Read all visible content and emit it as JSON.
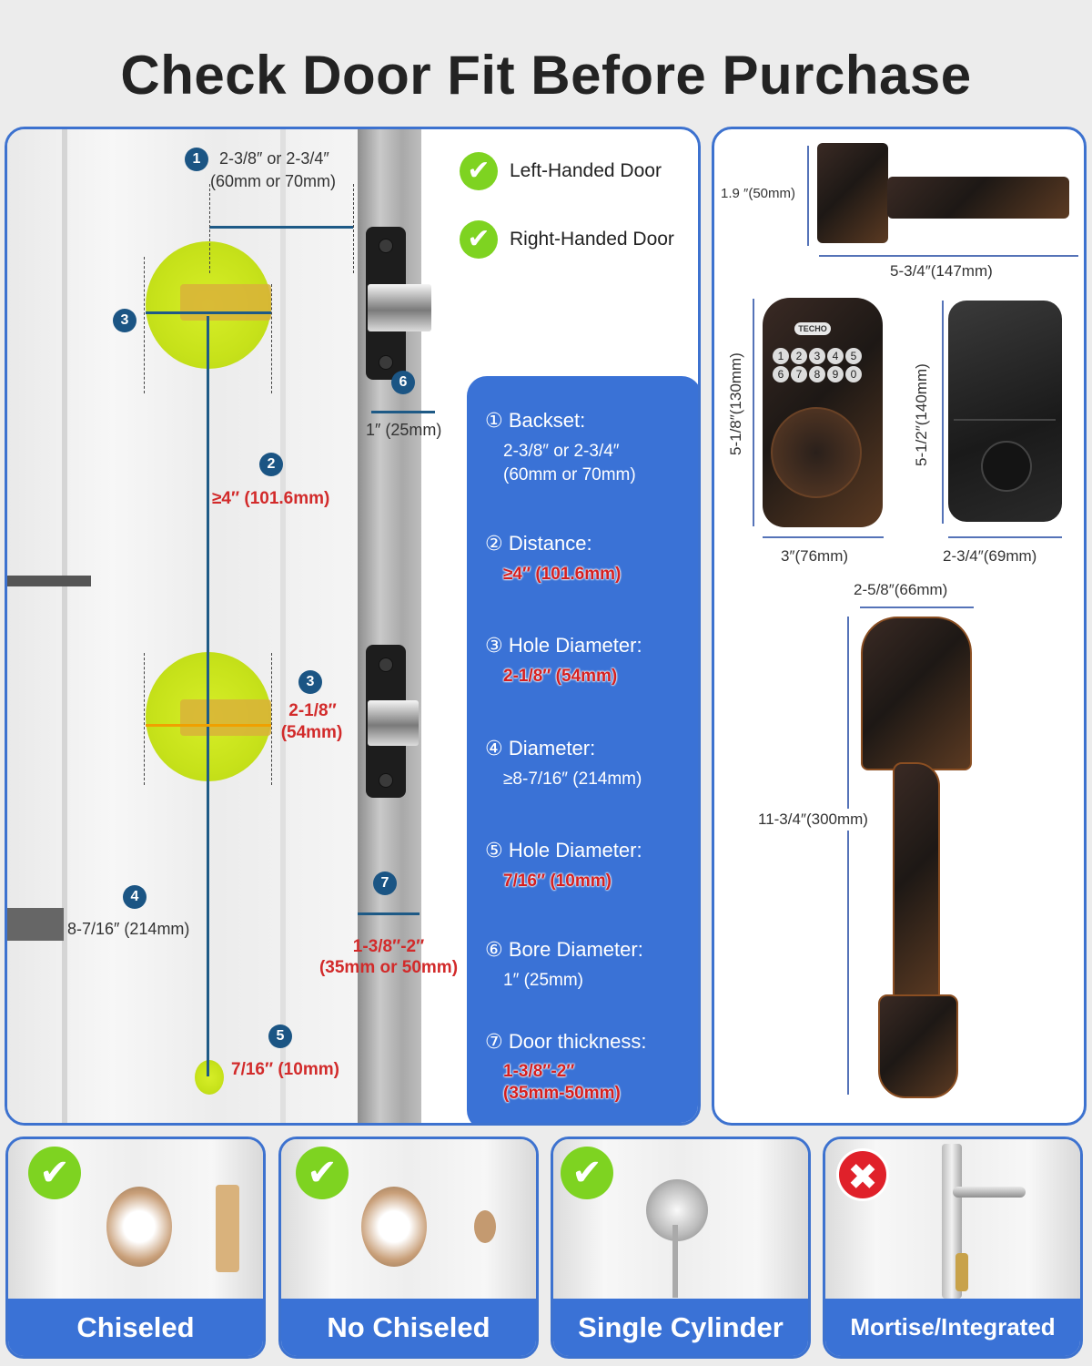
{
  "title": "Check Door Fit Before Purchase",
  "icons": {
    "check": "✔",
    "cross": "✖"
  },
  "colors": {
    "accent_blue": "#3a72d6",
    "hole_yellow": "#c7e21a",
    "ok_green": "#7ed321",
    "bad_red": "#e0212a",
    "value_red": "#d22a2a"
  },
  "handedness": [
    {
      "label": "Left-Handed Door"
    },
    {
      "label": "Right-Handed Door"
    }
  ],
  "door_diagram": {
    "badges": [
      "1",
      "2",
      "3",
      "3",
      "4",
      "5",
      "6",
      "7"
    ],
    "backset_line1": "2-3/8″ or 2-3/4″",
    "backset_line2": "(60mm or 70mm)",
    "distance": "≥4″ (101.6mm)",
    "hole_line1": "2-1/8″",
    "hole_line2": "(54mm)",
    "diameter": "8-7/16″ (214mm)",
    "small_hole": "7/16″ (10mm)",
    "bore": "1″ (25mm)",
    "thickness_line1": "1-3/8″-2″",
    "thickness_line2": "(35mm or 50mm)"
  },
  "specs": [
    {
      "num": "①",
      "title": "Backset:",
      "value": "2-3/8″ or 2-3/4″\n(60mm or 70mm)",
      "emphasis": false
    },
    {
      "num": "②",
      "title": "Distance:",
      "value": "≥4″ (101.6mm)",
      "emphasis": true
    },
    {
      "num": "③",
      "title": "Hole Diameter:",
      "value": "2-1/8″ (54mm)",
      "emphasis": true
    },
    {
      "num": "④",
      "title": "Diameter:",
      "value": "≥8-7/16″ (214mm)",
      "emphasis": false
    },
    {
      "num": "⑤",
      "title": "Hole Diameter:",
      "value": "7/16″ (10mm)",
      "emphasis": true
    },
    {
      "num": "⑥",
      "title": "Bore Diameter:",
      "value": "1″ (25mm)",
      "emphasis": false
    },
    {
      "num": "⑦",
      "title": "Door thickness:",
      "value": "1-3/8″-2″\n(35mm-50mm)",
      "emphasis": true
    }
  ],
  "product_dims": {
    "lever_height": "1.9 ″(50mm)",
    "lever_width": "5-3/4″(147mm)",
    "keypad_height": "5-1/8″(130mm)",
    "keypad_width": "3″(76mm)",
    "keypad_brand": "TECHO",
    "keypad_keys": [
      "1",
      "2",
      "3",
      "4",
      "5",
      "6",
      "7",
      "8",
      "9",
      "0"
    ],
    "interior_height": "5-1/2″(140mm)",
    "interior_width": "2-3/4″(69mm)",
    "handle_width": "2-5/8″(66mm)",
    "handle_height": "11-3/4″(300mm)"
  },
  "door_types": [
    {
      "label": "Chiseled",
      "status": "check"
    },
    {
      "label": "No Chiseled",
      "status": "check"
    },
    {
      "label": "Single Cylinder",
      "status": "check"
    },
    {
      "label": "Mortise/Integrated",
      "status": "cross"
    }
  ]
}
